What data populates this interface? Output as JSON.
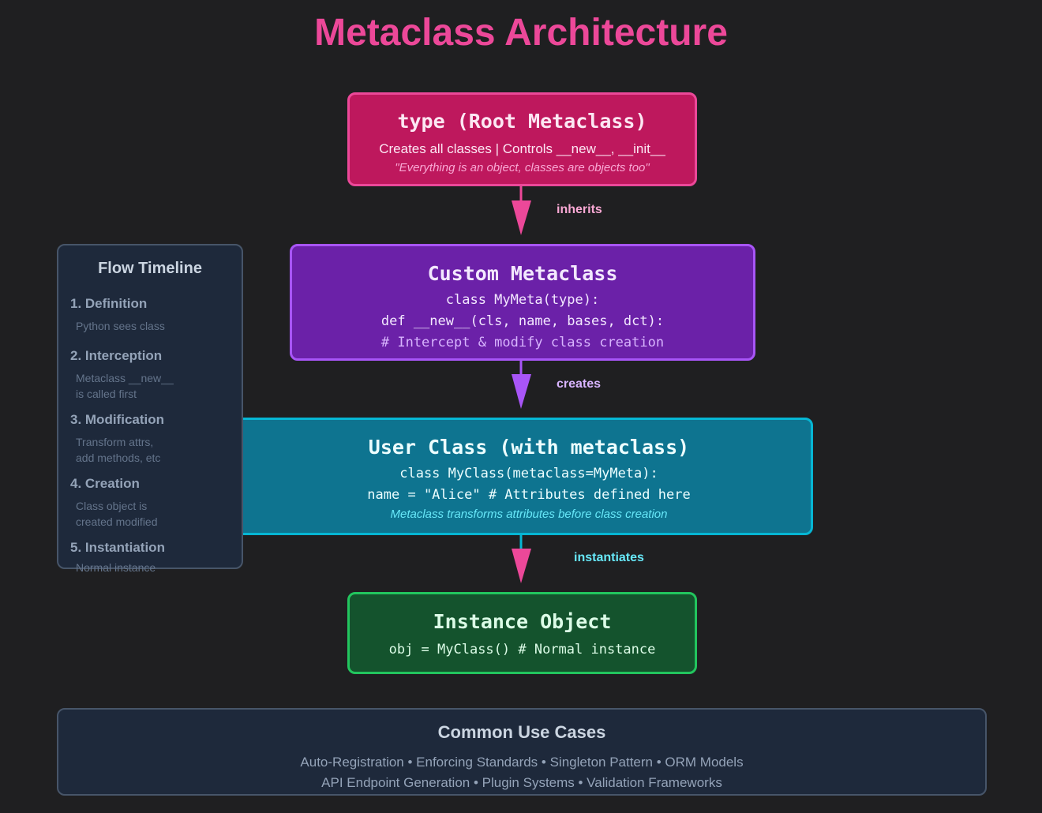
{
  "title": "Metaclass Architecture",
  "type_box": {
    "title": "type (Root Metaclass)",
    "desc": "Creates all classes | Controls __new__, __init__",
    "quote": "\"Everything is an object, classes are objects too\""
  },
  "custom_box": {
    "title": "Custom Metaclass",
    "lines": [
      "class MyMeta(type):",
      "def __new__(cls, name, bases, dct):",
      "# Intercept & modify class creation"
    ]
  },
  "user_box": {
    "title": "User Class (with metaclass)",
    "lines": [
      "class MyClass(metaclass=MyMeta):",
      "name = \"Alice\" # Attributes defined here"
    ],
    "note": "Metaclass transforms attributes before class creation"
  },
  "instance_box": {
    "title": "Instance Object",
    "line": "obj = MyClass() # Normal instance"
  },
  "arrows": {
    "inherits": "inherits",
    "creates": "creates",
    "instantiates": "instantiates"
  },
  "timeline": {
    "title": "Flow Timeline",
    "steps": [
      {
        "name": "1. Definition",
        "desc": [
          "Python sees class"
        ]
      },
      {
        "name": "2. Interception",
        "desc": [
          "Metaclass __new__",
          "is called first"
        ]
      },
      {
        "name": "3. Modification",
        "desc": [
          "Transform attrs,",
          "add methods, etc"
        ]
      },
      {
        "name": "4. Creation",
        "desc": [
          "Class object is",
          "created modified"
        ]
      },
      {
        "name": "5. Instantiation",
        "desc": [
          "Normal instance"
        ]
      }
    ]
  },
  "use_cases": {
    "title": "Common Use Cases",
    "lines": [
      "Auto-Registration • Enforcing Standards • Singleton Pattern • ORM Models",
      "API Endpoint Generation • Plugin Systems • Validation Frameworks"
    ]
  },
  "colors": {
    "pink": "#ec4899",
    "purple": "#a855f7",
    "cyan": "#06b6d4",
    "green": "#22c55e",
    "background": "#1f1f21"
  }
}
